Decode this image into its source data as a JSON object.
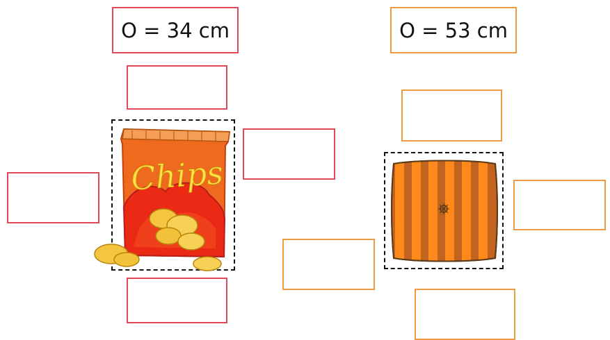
{
  "colors": {
    "left_box_border": "#e24a5b",
    "right_box_border": "#ee9a43"
  },
  "left_item": {
    "perimeter_label": "O = 34 cm",
    "image_text": "Chips",
    "image_icon": "chips-bag-icon"
  },
  "right_item": {
    "perimeter_label": "O = 53 cm",
    "image_icon": "striped-pillow-icon"
  }
}
